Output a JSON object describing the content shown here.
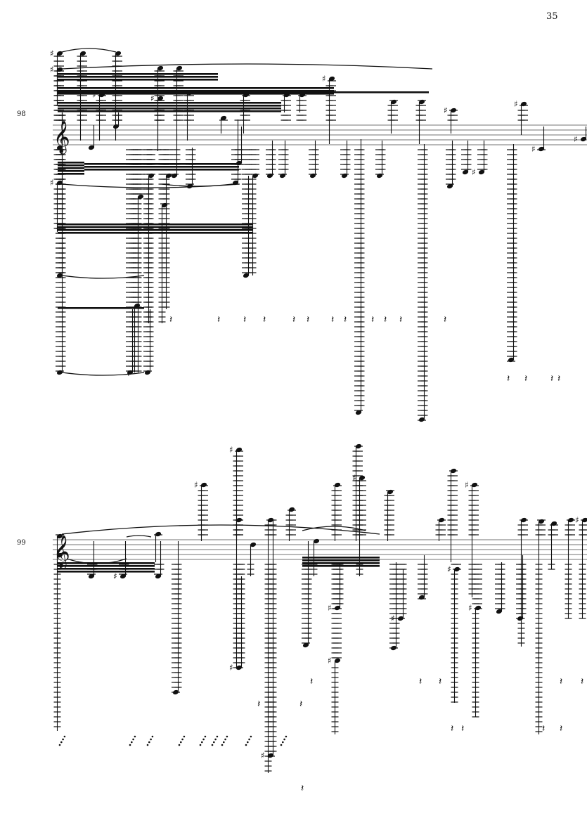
{
  "page": {
    "page_number": "35",
    "systems": [
      {
        "measure_number": "98",
        "clef": "treble"
      },
      {
        "measure_number": "99",
        "clef": "treble"
      }
    ]
  },
  "colors": {
    "ink": "#111111",
    "staff": "#444444"
  }
}
